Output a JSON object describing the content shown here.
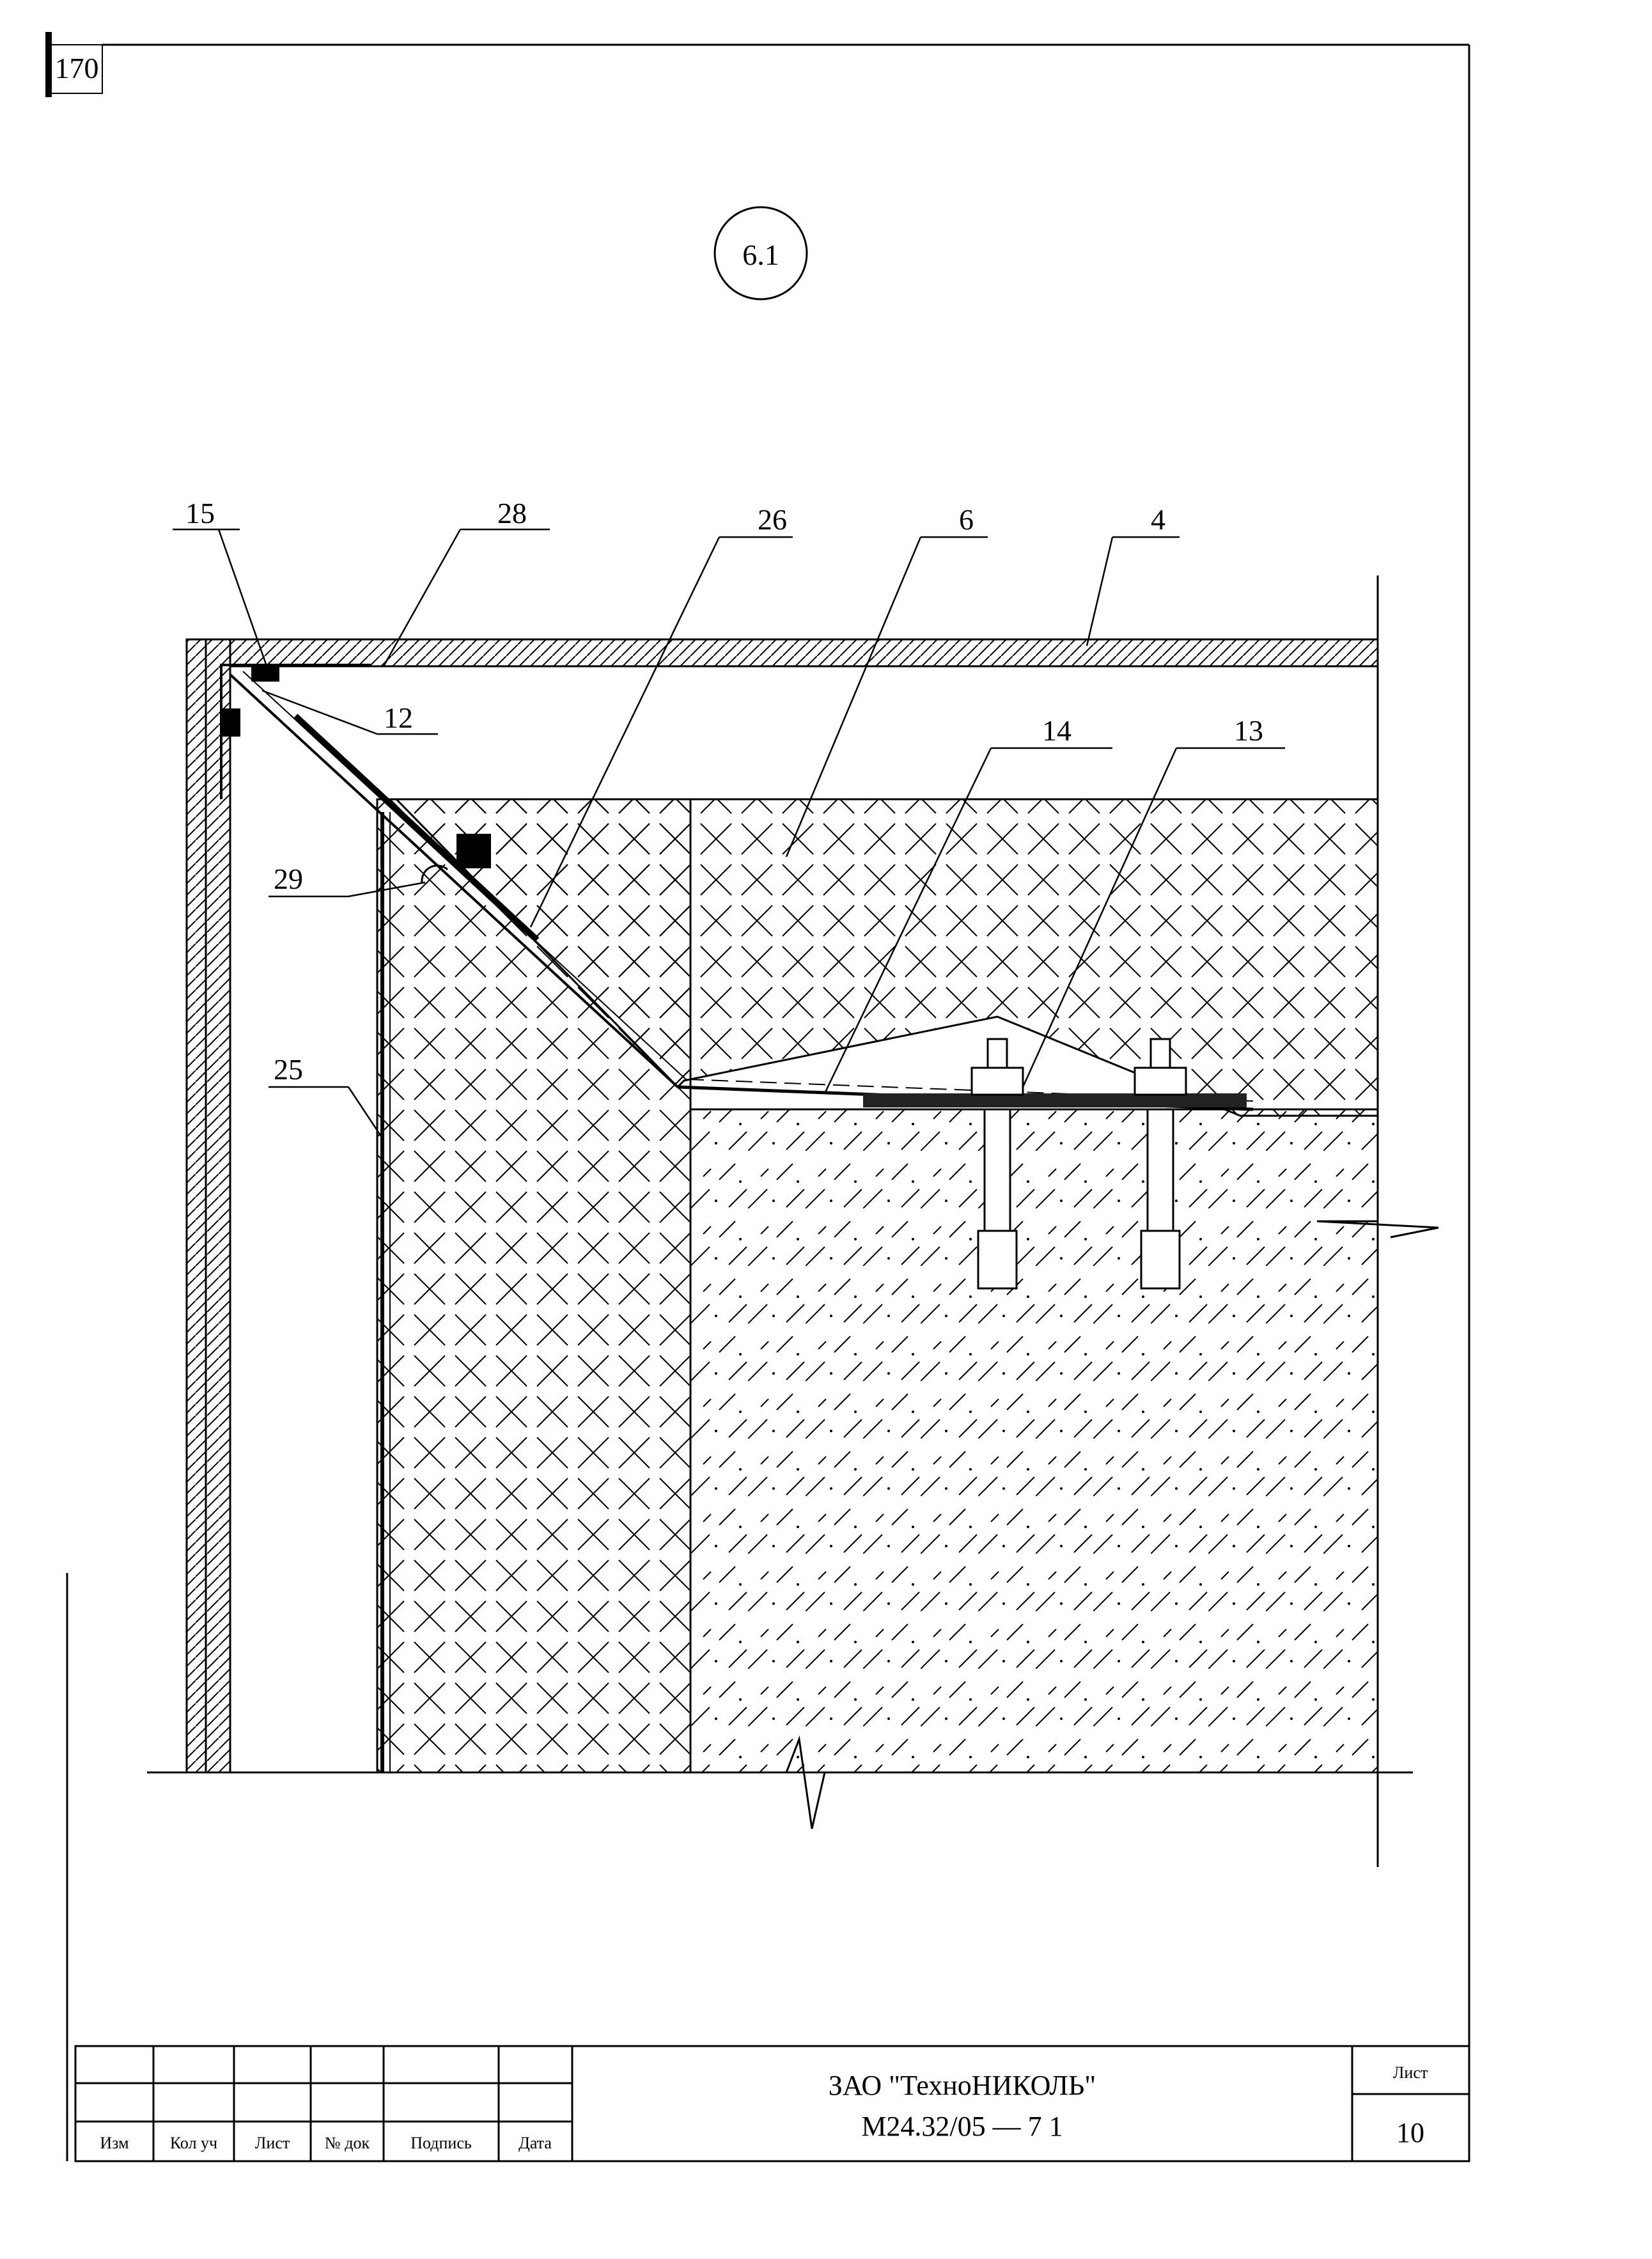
{
  "page_number": "170",
  "detail_mark": "6.1",
  "callouts": {
    "c15": "15",
    "c28": "28",
    "c26": "26",
    "c6": "6",
    "c4": "4",
    "c12": "12",
    "c14": "14",
    "c13": "13",
    "c29": "29",
    "c25": "25"
  },
  "title_block": {
    "headers": {
      "izm": "Изм",
      "kol_uch": "Кол уч",
      "list": "Лист",
      "n_dok": "№ док",
      "podpis": "Подпись",
      "data": "Дата"
    },
    "company": "ЗАО \"ТехноНИКОЛЬ\"",
    "document_code": "М24.32/05 — 7 1",
    "sheet_label": "Лист",
    "sheet_number": "10"
  }
}
